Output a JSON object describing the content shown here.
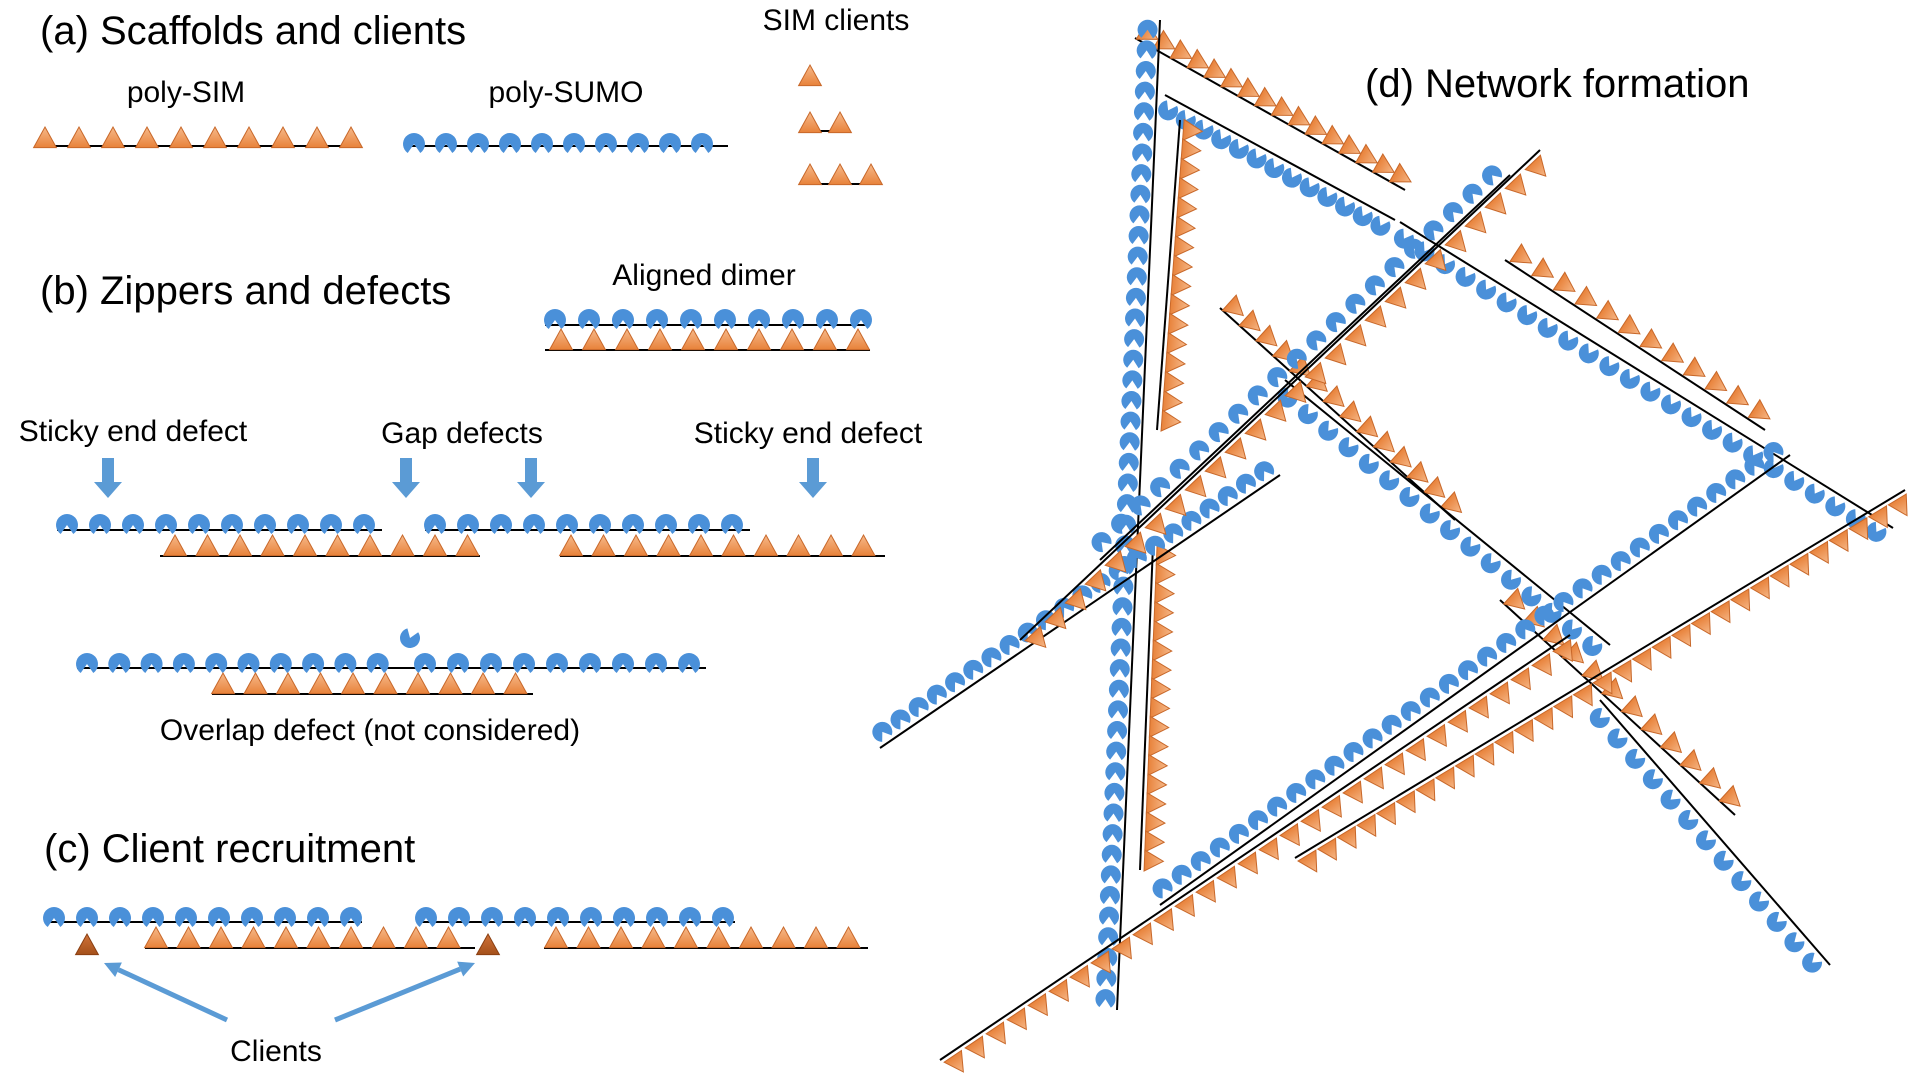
{
  "panels": {
    "a": {
      "title": "(a) Scaffolds and clients",
      "poly_sim_label": "poly-SIM",
      "poly_sumo_label": "poly-SUMO",
      "sim_clients_label": "SIM clients"
    },
    "b": {
      "title": "(b) Zippers and defects",
      "aligned_dimer_label": "Aligned dimer",
      "sticky_end_defect_left": "Sticky end defect",
      "gap_defects": "Gap defects",
      "sticky_end_defect_right": "Sticky end defect",
      "overlap_defect": "Overlap defect (not considered)"
    },
    "c": {
      "title": "(c) Client recruitment",
      "clients_label": "Clients"
    },
    "d": {
      "title": "(d) Network formation"
    }
  },
  "colors": {
    "sumo_blue": "#4a90d9",
    "sim_orange": "#e8823a",
    "sim_orange_light": "#f6b98a",
    "client_dark": "#b8581e",
    "arrow_blue": "#5b9bd5",
    "backbone": "#000000"
  },
  "icons": {
    "sumo": "pacman-sumo-icon",
    "sim": "triangle-sim-icon",
    "arrow": "down-arrow-icon"
  }
}
